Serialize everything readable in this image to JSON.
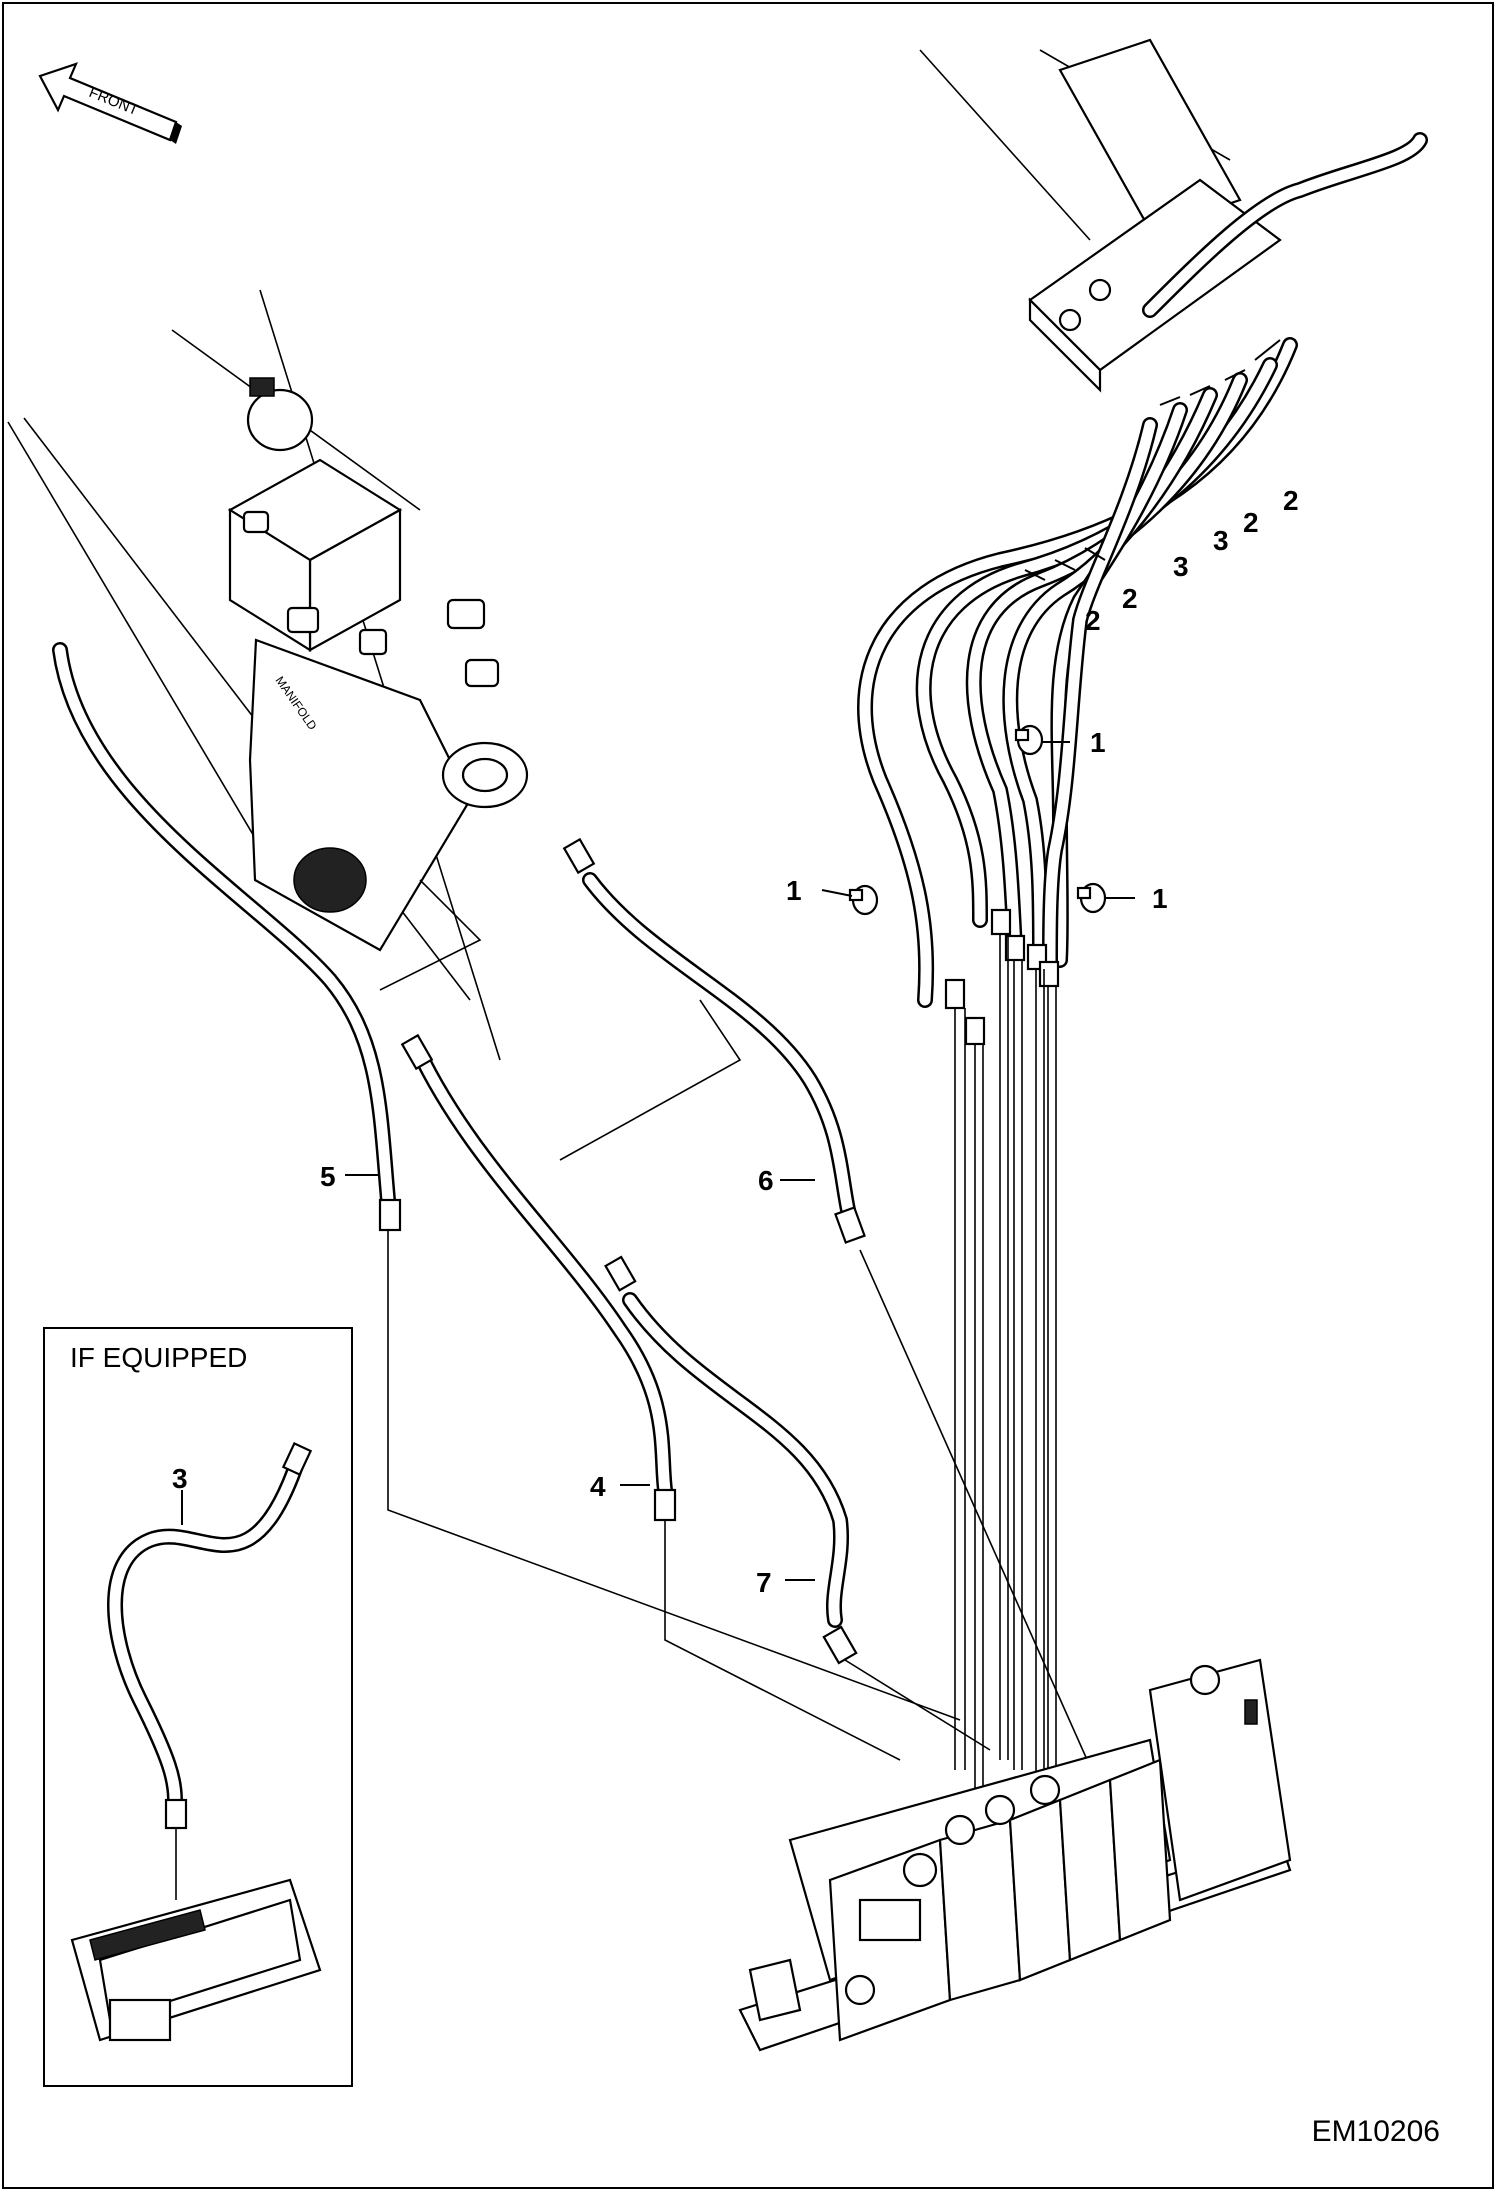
{
  "figure": {
    "direction_label": "FRONT",
    "figure_code": "EM10206",
    "inset_title": "IF EQUIPPED",
    "callouts": [
      {
        "id": "c1a",
        "text": "1"
      },
      {
        "id": "c1b",
        "text": "1"
      },
      {
        "id": "c1c",
        "text": "1"
      },
      {
        "id": "c2a",
        "text": "2"
      },
      {
        "id": "c2b",
        "text": "2"
      },
      {
        "id": "c2c",
        "text": "2"
      },
      {
        "id": "c2d",
        "text": "2"
      },
      {
        "id": "c3a",
        "text": "3"
      },
      {
        "id": "c3b",
        "text": "3"
      },
      {
        "id": "c3inset",
        "text": "3"
      },
      {
        "id": "c4",
        "text": "4"
      },
      {
        "id": "c5",
        "text": "5"
      },
      {
        "id": "c6",
        "text": "6"
      },
      {
        "id": "c7",
        "text": "7"
      }
    ],
    "valve_text": "MANIFOLD"
  }
}
